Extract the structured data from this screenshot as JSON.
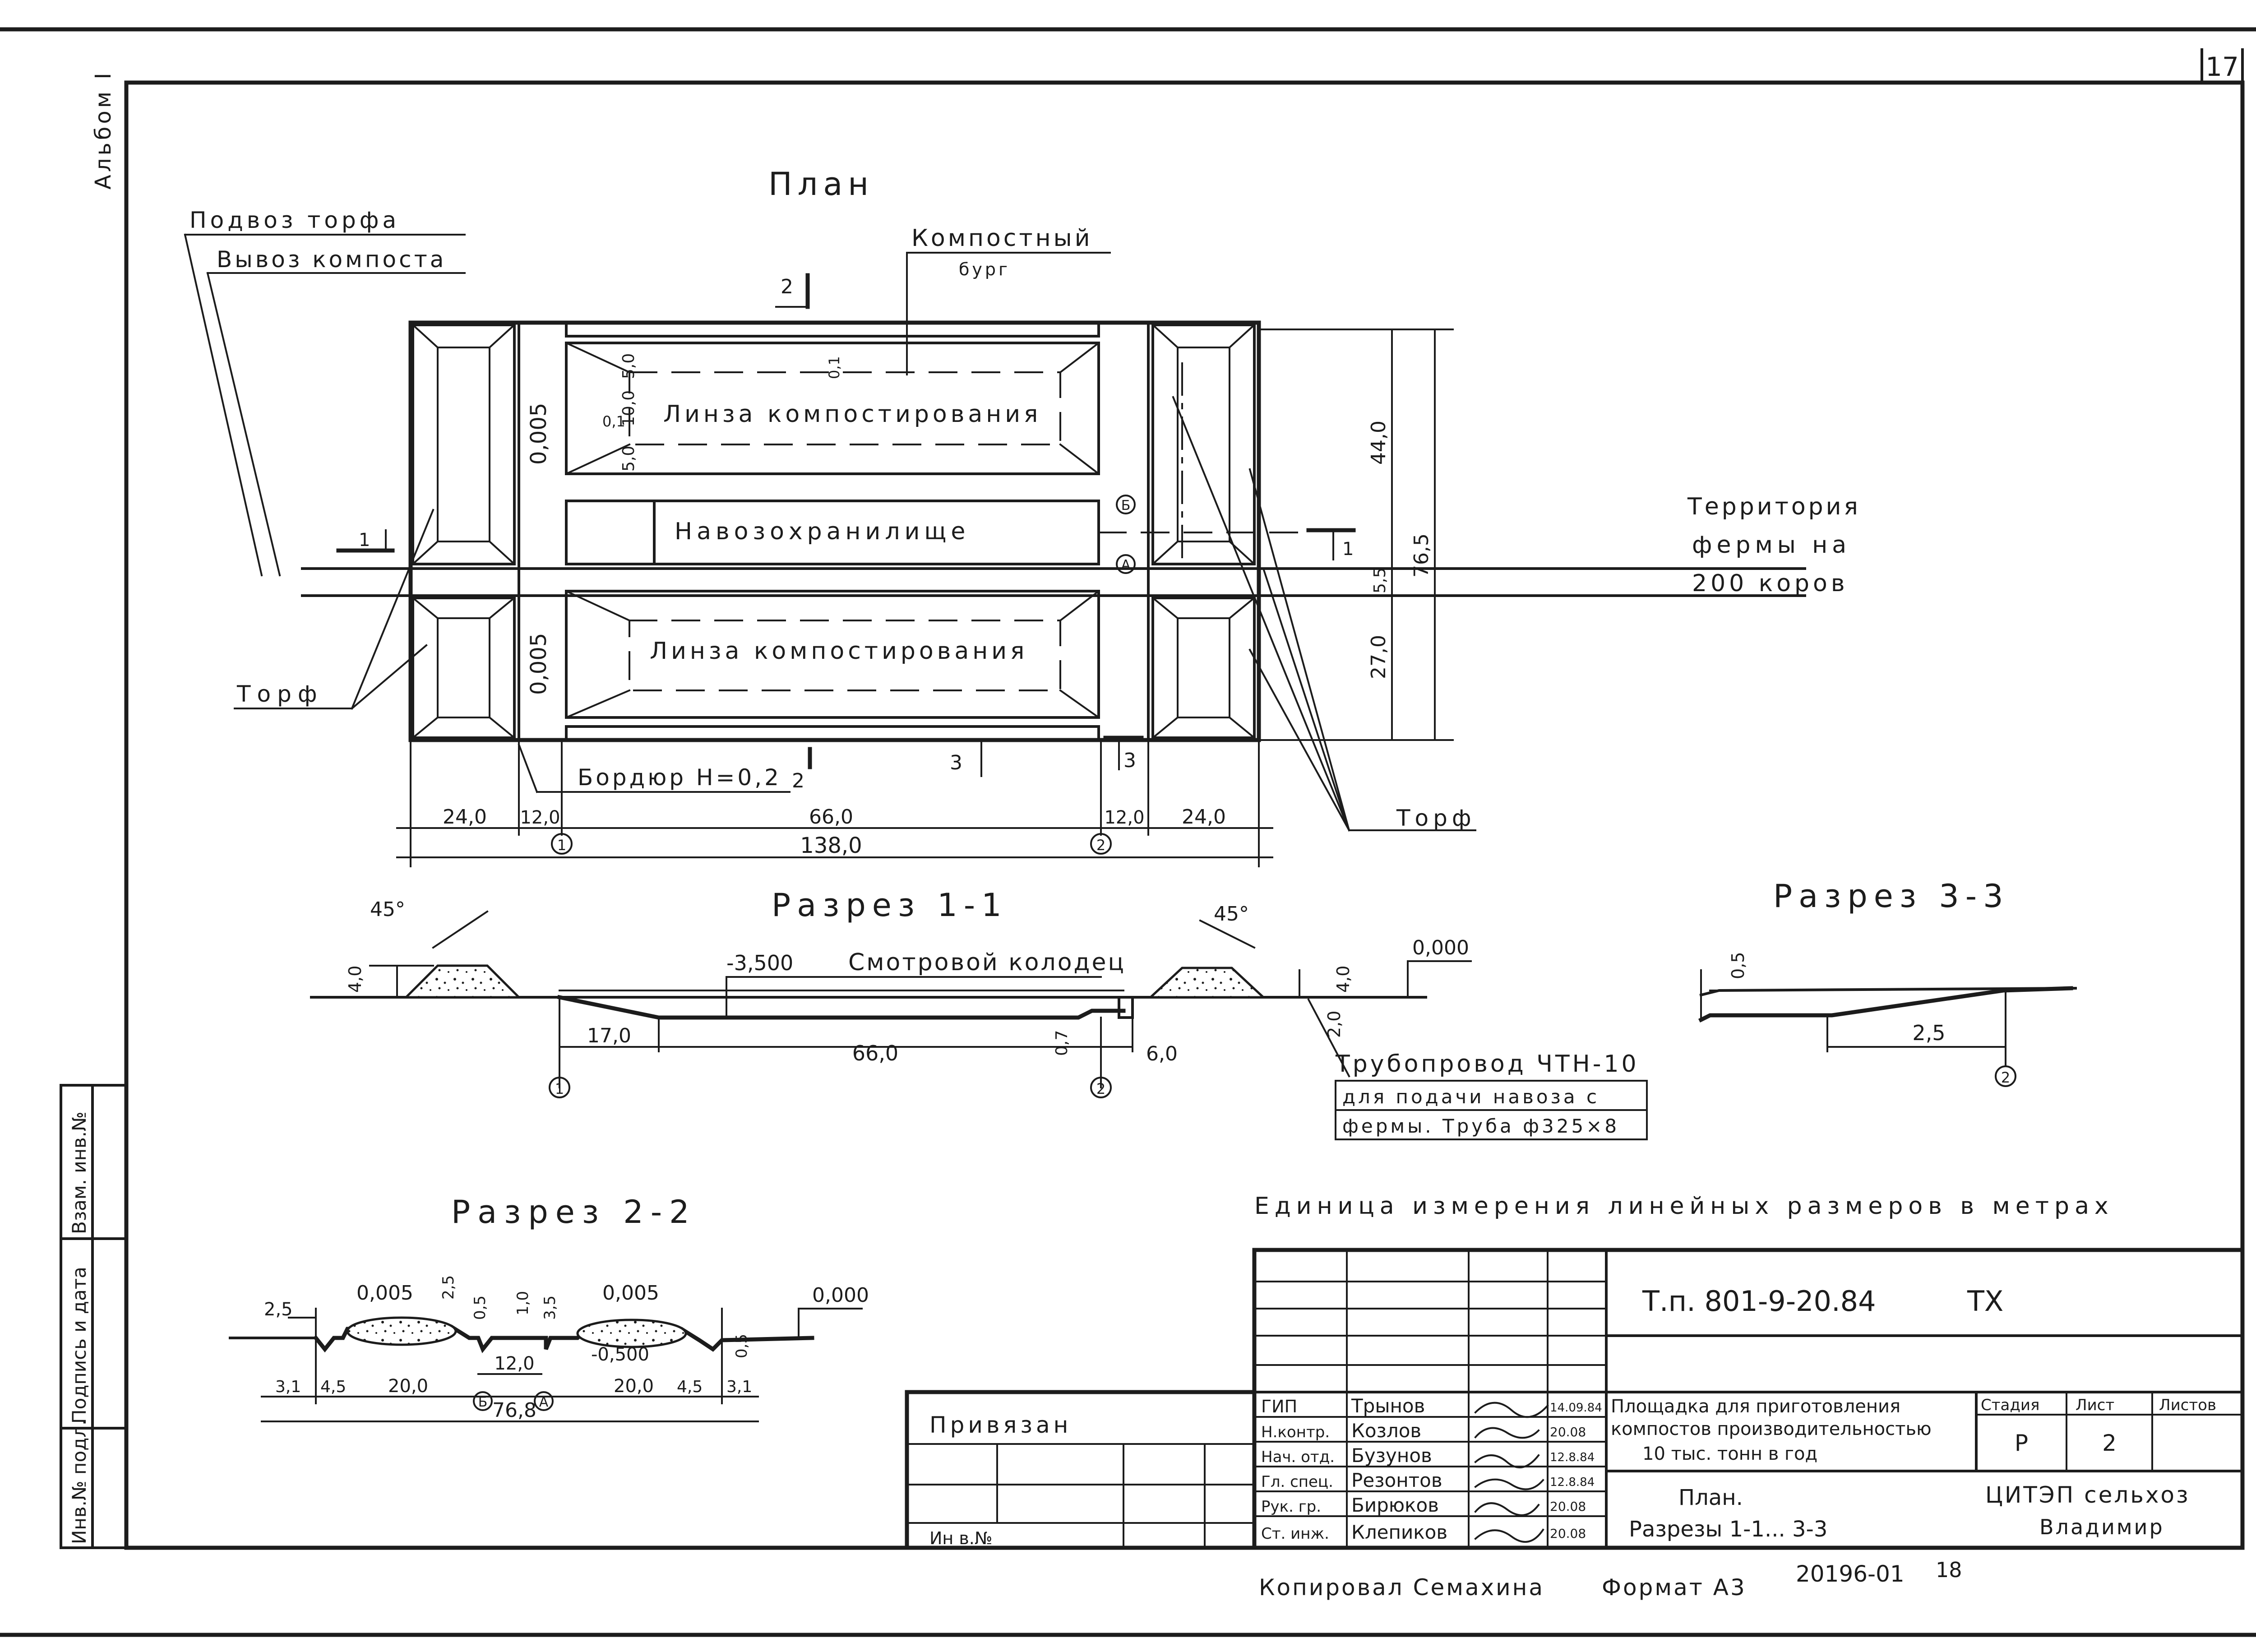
{
  "sheet": {
    "number": "17",
    "album": "Альбом I",
    "plan_title": "План",
    "units_note": "Единица измерения линейных размеров в метрах"
  },
  "plan": {
    "peat_delivery": "Подвоз торфа",
    "compost_removal": "Вывоз компоста",
    "compost_pile": "Компостный",
    "compost_pile_2": "бург",
    "lens_top": "Линза компостирования",
    "lens_bottom": "Линза компостирования",
    "manure_storage": "Навозохранилище",
    "peat_left": "Торф",
    "peat_right": "Торф",
    "curb": "Бордюр H=0,2",
    "farm_territory": [
      "Территория",
      "фермы на",
      "200 коров"
    ],
    "slope_top": "0,005",
    "slope_bottom": "0,005",
    "dims_lens": [
      "5,0",
      "10,0",
      "5,0",
      "0,1",
      "0,1"
    ],
    "dim_44": "44,0",
    "dim_27": "27,0",
    "dim_5_5": "5,5",
    "dim_76_5": "76,5",
    "bottom_dims": [
      "24,0",
      "12,0",
      "66,0",
      "12,0",
      "24,0"
    ],
    "dim_total": "138,0",
    "axes": [
      "1",
      "2",
      "Б",
      "А"
    ],
    "section_marks": [
      "1",
      "1",
      "2",
      "2",
      "3",
      "3"
    ]
  },
  "section_1_1": {
    "title": "Разрез 1-1",
    "angle_left": "45°",
    "angle_right": "45°",
    "h_left": "4,0",
    "h_right": "4,0",
    "level_zero": "0,000",
    "level_low": "-3,500",
    "well": "Смотровой колодец",
    "dim_17": "17,0",
    "dim_66": "66,0",
    "dim_0_7": "0,7",
    "dim_6": "6,0",
    "dim_2": "2,0",
    "pipe_title": "Трубопровод ЧТН-10",
    "pipe_line2": "для подачи навоза с",
    "pipe_line3": "фермы. Труба ф325×8",
    "axes": [
      "1",
      "2"
    ]
  },
  "section_3_3": {
    "title": "Разрез 3-3",
    "dim_0_5": "0,5",
    "dim_2_5": "2,5",
    "axis": "2"
  },
  "section_2_2": {
    "title": "Разрез 2-2",
    "slope_left": "0,005",
    "slope_right": "0,005",
    "top_dims": [
      "2,5",
      "2,5",
      "0,5",
      "1,0",
      "3,5"
    ],
    "level_zero": "0,000",
    "level_minus": "-0,500",
    "dim_12": "12,0",
    "dim_0_5": "0,5",
    "bottom_dims": [
      "3,1",
      "4,5",
      "20,0",
      "20,0",
      "4,5",
      "3,1"
    ],
    "dim_total": "76,8",
    "axes": [
      "Б",
      "А"
    ]
  },
  "title_block": {
    "code": "Т.п. 801-9-20.84",
    "suffix": "ТХ",
    "bound": "Привязан",
    "inv_no": "Ин в.№",
    "project_title": [
      "Площадка для приготовления",
      "компостов производительностью",
      "10 тыс. тонн в год"
    ],
    "sheet_title": [
      "План.",
      "Разрезы 1-1... 3-3"
    ],
    "stage_h": "Стадия",
    "sheet_h": "Лист",
    "sheets_h": "Листов",
    "stage": "Р",
    "sheet_no": "2",
    "org": [
      "ЦИТЭП сельхоз",
      "Владимир"
    ],
    "roles": [
      "ГИП",
      "Н.контр.",
      "Нач. отд.",
      "Гл. спец.",
      "Рук. гр.",
      "Ст. инж."
    ],
    "names": [
      "Трынов",
      "Козлов",
      "Бузунов",
      "Резонтов",
      "Бирюков",
      "Клепиков"
    ],
    "dates": [
      "14.09.84",
      "20.08",
      "12.8.84",
      "12.8.84",
      "20.08",
      "20.08"
    ]
  },
  "side_stamp": [
    "Инв.№ подл.",
    "Подпись и дата",
    "Взам. инв.№"
  ],
  "footer": {
    "copied": "Копировал Семахина",
    "format": "Формат А3",
    "num": "20196-01",
    "page": "18"
  }
}
